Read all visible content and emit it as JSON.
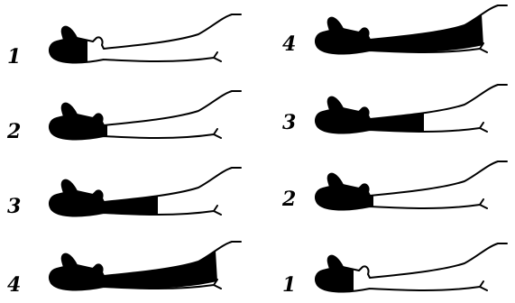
{
  "ink_color": "#000000",
  "paper_color": "#ffffff",
  "sequences": [
    {
      "side": "left",
      "direction": "increasing",
      "stages": [
        {
          "label": "1",
          "coverage": "hand"
        },
        {
          "label": "2",
          "coverage": "hand-to-wrist"
        },
        {
          "label": "3",
          "coverage": "to-mid-forearm"
        },
        {
          "label": "4",
          "coverage": "to-upper-arm"
        }
      ]
    },
    {
      "side": "right",
      "direction": "decreasing",
      "stages": [
        {
          "label": "4",
          "coverage": "to-upper-arm"
        },
        {
          "label": "3",
          "coverage": "to-mid-forearm"
        },
        {
          "label": "2",
          "coverage": "hand-to-wrist"
        },
        {
          "label": "1",
          "coverage": "hand"
        }
      ]
    }
  ]
}
